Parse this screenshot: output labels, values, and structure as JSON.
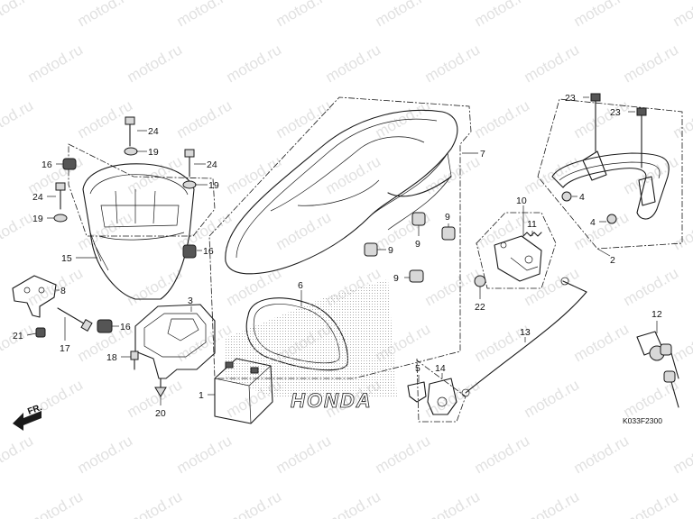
{
  "drawing_code": "K033F2300",
  "watermark_text": "motod.ru",
  "brand_mark": "HONDA",
  "direction_label": "FR.",
  "callouts": {
    "c1": "1",
    "c2": "2",
    "c3": "3",
    "c4a": "4",
    "c4b": "4",
    "c5": "5",
    "c6": "6",
    "c7": "7",
    "c8": "8",
    "c9a": "9",
    "c9b": "9",
    "c9c": "9",
    "c9d": "9",
    "c10": "10",
    "c11": "11",
    "c12": "12",
    "c13": "13",
    "c14": "14",
    "c15": "15",
    "c16a": "16",
    "c16b": "16",
    "c16c": "16",
    "c17": "17",
    "c18": "18",
    "c19a": "19",
    "c19b": "19",
    "c19c": "19",
    "c20": "20",
    "c21": "21",
    "c22": "22",
    "c23a": "23",
    "c23b": "23",
    "c24a": "24",
    "c24b": "24",
    "c24c": "24"
  },
  "colors": {
    "line": "#1a1a1a",
    "watermark": "#c9c9c9",
    "stipple": "#9a9a9a"
  }
}
